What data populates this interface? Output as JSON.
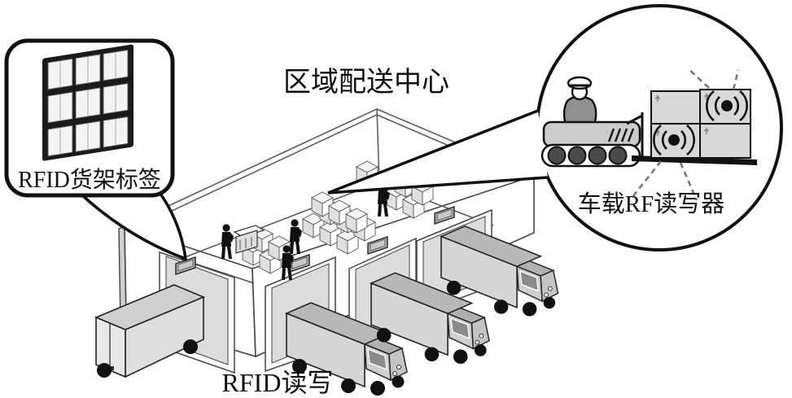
{
  "diagram": {
    "title": "区域配送中心",
    "shelf_callout": {
      "label": "RFID货架标签"
    },
    "reader_callout": {
      "label": "车载RF读写器"
    },
    "dock_label": "RFID读写",
    "scene": {
      "loading_docks": 4,
      "trucks": 4,
      "warehouse_workers": 4,
      "wall_mounted_readers": 4,
      "rfid_tags_visible": 2
    },
    "colors": {
      "outline": "#1a1a1a",
      "line_gray": "#444444",
      "truck_side": "#d6d6d6",
      "truck_top": "#b8b8b8",
      "windshield": "#8a8a8a",
      "door_panel": "#dcdcdc",
      "reader_panel": "#b0b0b0",
      "driver_body": "#909090",
      "wheel_dark": "#4a4a4a",
      "signal_dash": "#777777"
    }
  }
}
